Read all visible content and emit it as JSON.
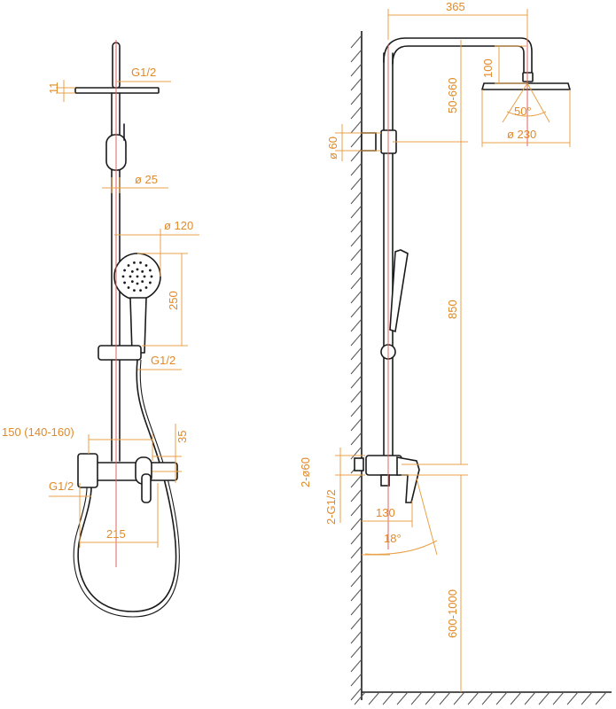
{
  "front_view": {
    "dim_g12_top": "G1/2",
    "dim_11": "11",
    "dim_d25": "ø 25",
    "dim_d120": "ø 120",
    "dim_250": "250",
    "dim_g12_mid": "G1/2",
    "dim_150": "150 (140-160)",
    "dim_35": "35",
    "dim_g12_low": "G1/2",
    "dim_215": "215"
  },
  "side_view": {
    "dim_365": "365",
    "dim_100": "100",
    "dim_50_660": "50-660",
    "dim_50deg": "50°",
    "dim_d230": "ø 230",
    "dim_d60_top": "ø 60",
    "dim_850": "850",
    "dim_2d60": "2-ø60",
    "dim_2g12": "2-G1/2",
    "dim_130": "130",
    "dim_18deg": "18°",
    "dim_600_1000": "600-1000"
  },
  "colors": {
    "line": "#1a1a1a",
    "dimension": "#e8a24a",
    "centerline": "#e06060"
  }
}
